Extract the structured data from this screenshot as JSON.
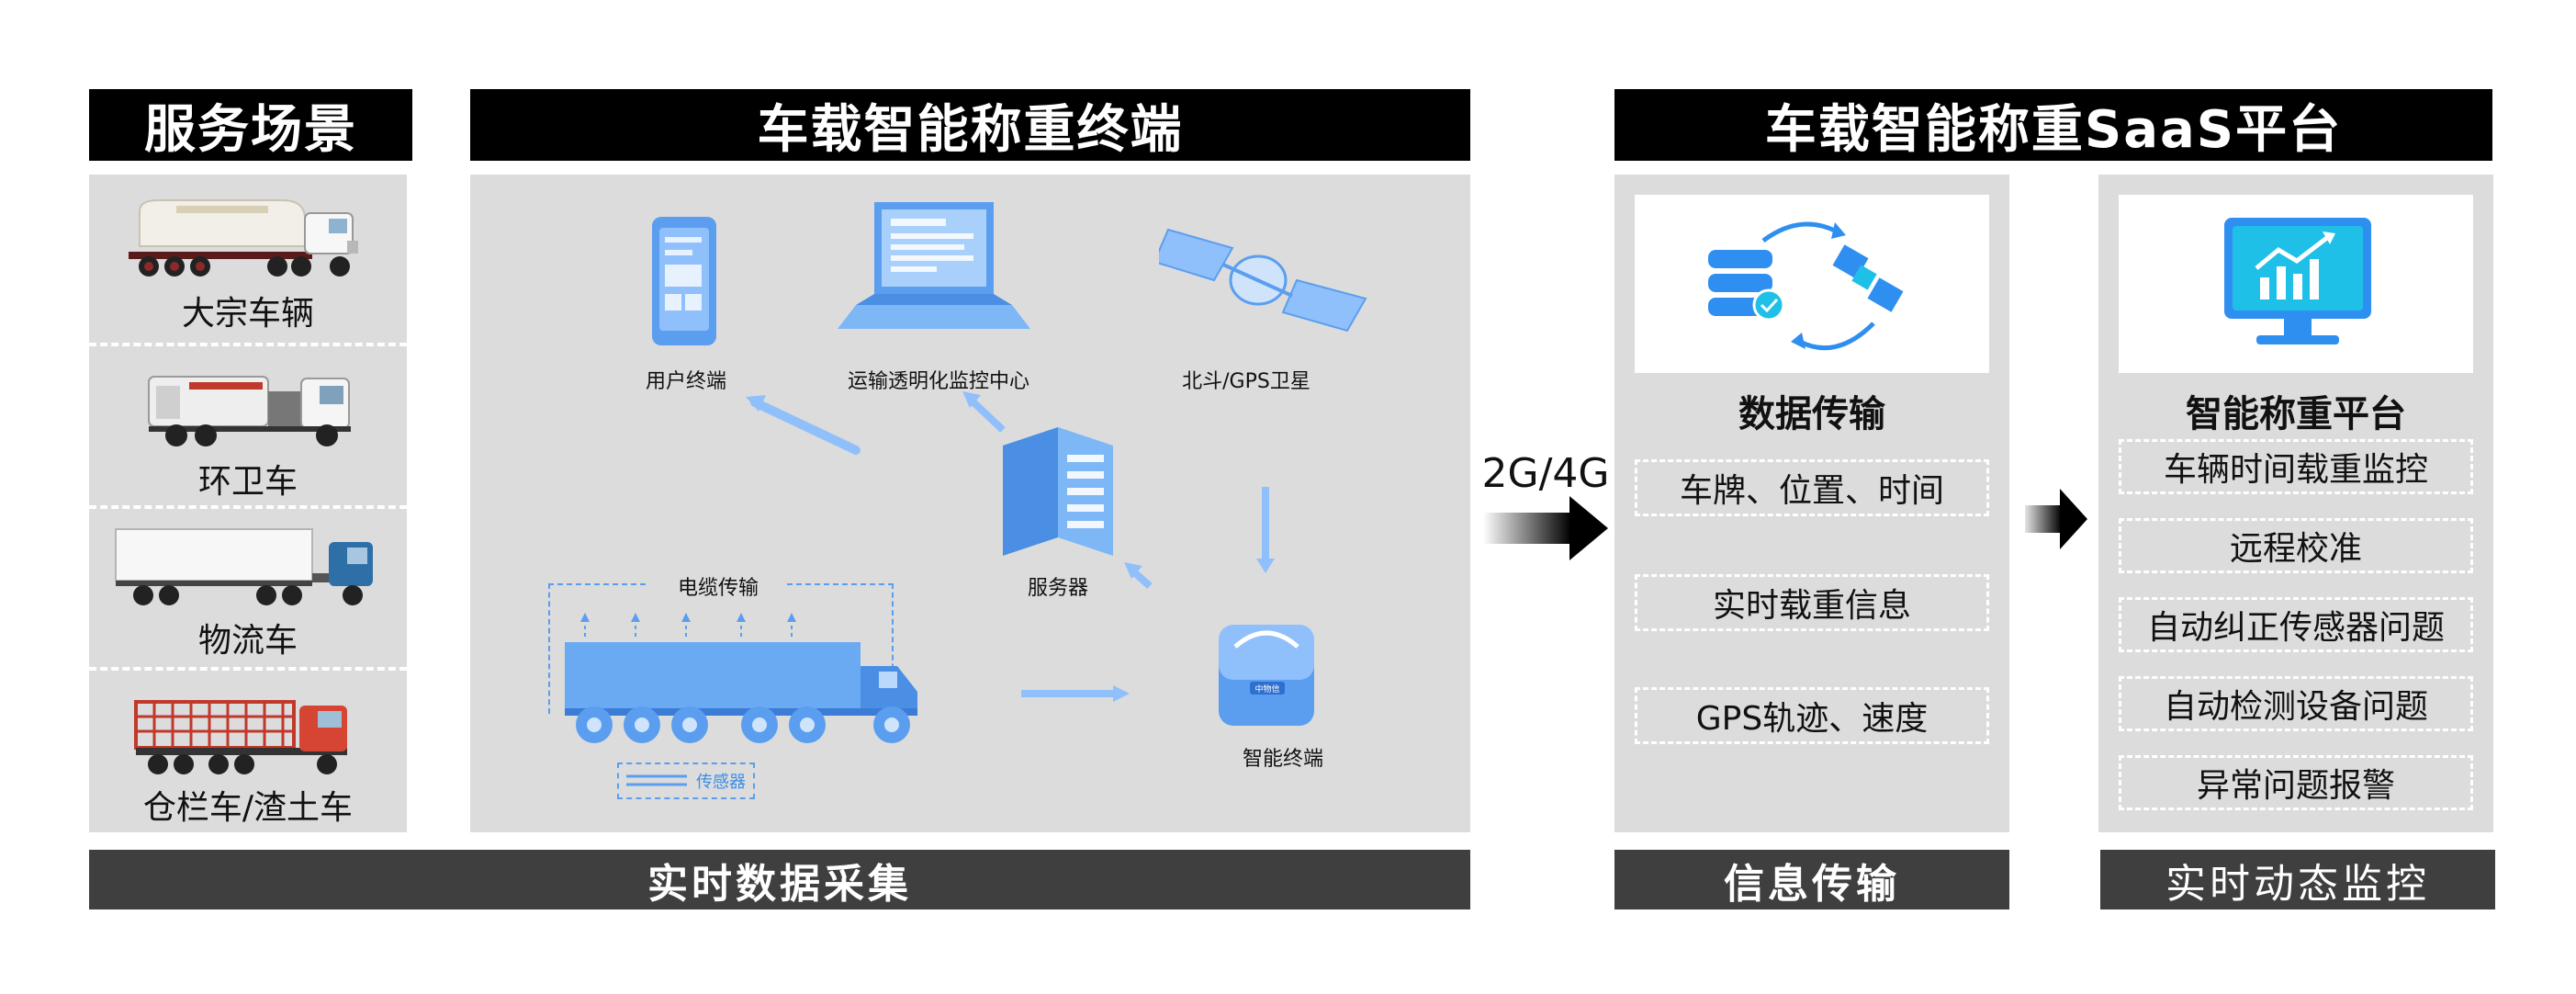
{
  "headers": {
    "service": "服务场景",
    "terminal": "车载智能称重终端",
    "platform": "车载智能称重SaaS平台"
  },
  "vehicles": [
    {
      "label": "大宗车辆",
      "icon": "bulk-tanker-truck-icon"
    },
    {
      "label": "环卫车",
      "icon": "sanitation-truck-icon"
    },
    {
      "label": "物流车",
      "icon": "logistics-truck-icon"
    },
    {
      "label": "仓栏车/渣土车",
      "icon": "stake-truck-icon"
    }
  ],
  "terminal": {
    "user_terminal": "用户终端",
    "monitor_center": "运输透明化监控中心",
    "satellite": "北斗/GPS卫星",
    "server": "服务器",
    "cable": "电缆传输",
    "sensor": "传感器",
    "sensor_tag": "传感器",
    "smart_terminal": "智能终端",
    "device_tag": "中物信"
  },
  "transfer_label": "2G/4G",
  "data_transfer": {
    "title": "数据传输",
    "items": [
      "车牌、位置、时间",
      "实时载重信息",
      "GPS轨迹、速度"
    ]
  },
  "weighing_platform": {
    "title": "智能称重平台",
    "items": [
      "车辆时间载重监控",
      "远程校准",
      "自动纠正传感器问题",
      "自动检测设备问题",
      "异常问题报警"
    ]
  },
  "footers": {
    "collect": "实时数据采集",
    "transfer": "信息传输",
    "monitor": "实时动态监控"
  },
  "colors": {
    "accent_blue": "#3a8ee6",
    "header_bg": "#000000",
    "footer_bg": "#3f3f3f",
    "panel_bg": "#dcdcdc"
  }
}
